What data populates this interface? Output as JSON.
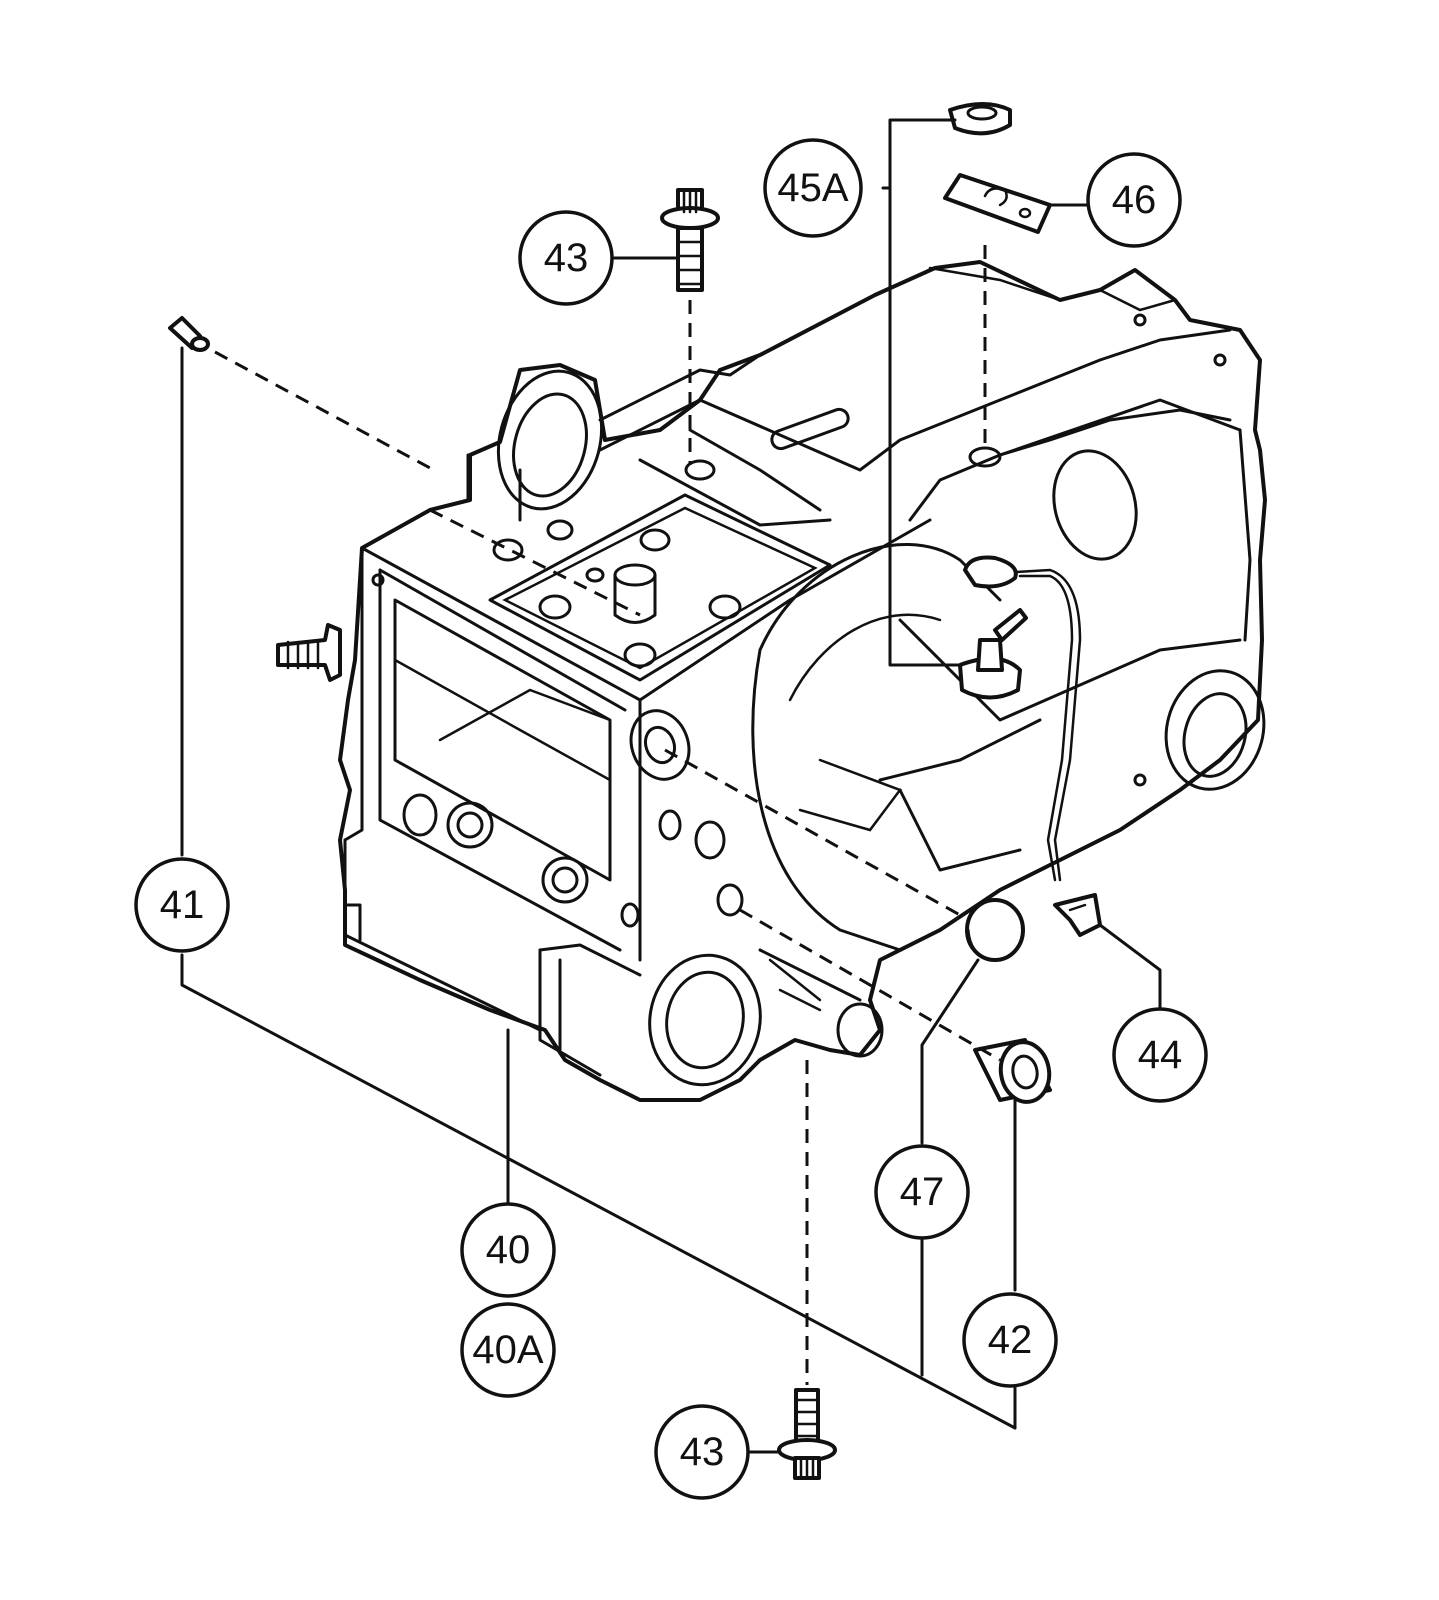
{
  "callouts": [
    {
      "id": "41",
      "label": "41"
    },
    {
      "id": "43-top",
      "label": "43"
    },
    {
      "id": "45A",
      "label": "45A"
    },
    {
      "id": "46",
      "label": "46"
    },
    {
      "id": "44",
      "label": "44"
    },
    {
      "id": "47",
      "label": "47"
    },
    {
      "id": "42",
      "label": "42"
    },
    {
      "id": "40",
      "label": "40"
    },
    {
      "id": "40A",
      "label": "40A"
    },
    {
      "id": "43-bottom",
      "label": "43"
    }
  ]
}
